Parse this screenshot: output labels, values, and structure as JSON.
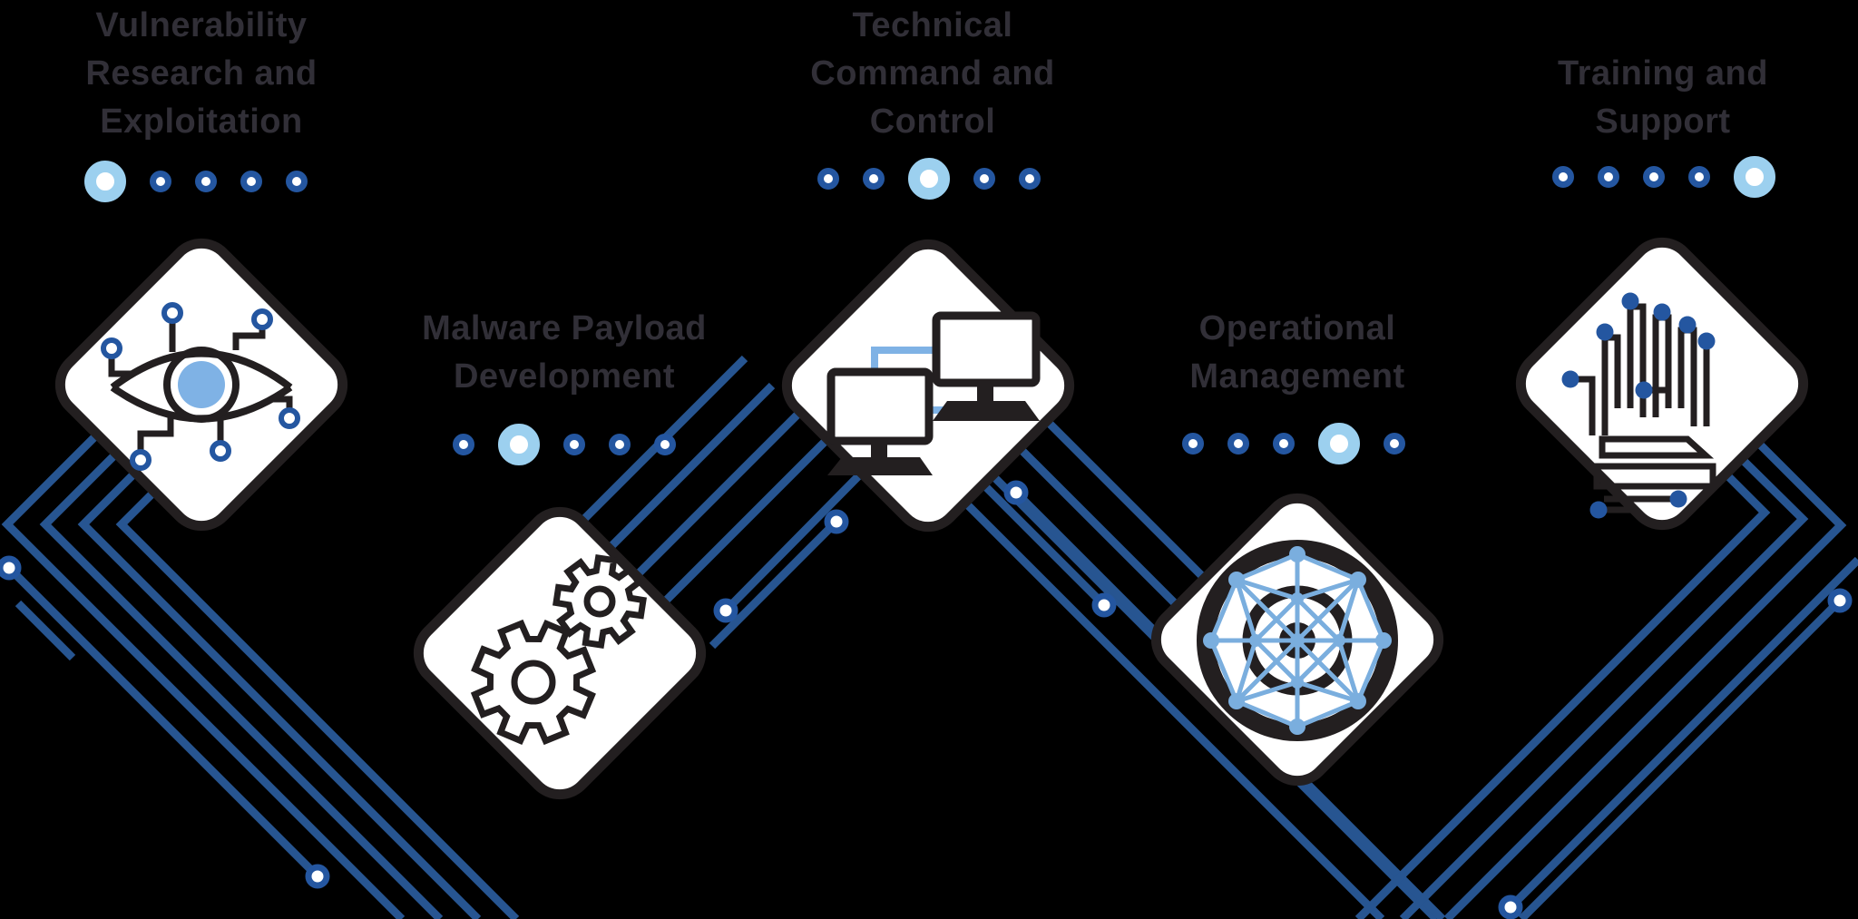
{
  "stages": [
    {
      "id": "vulnerability-research-and-exploitation",
      "label": "Vulnerability Research and Exploitation",
      "label_lines": [
        "Vulnerability",
        "Research and",
        "Exploitation"
      ],
      "icon": "circuit-eye-icon",
      "dots": {
        "total": 5,
        "active": 1
      }
    },
    {
      "id": "malware-payload-development",
      "label": "Malware Payload Development",
      "label_lines": [
        "Malware Payload",
        "Development"
      ],
      "icon": "gears-icon",
      "dots": {
        "total": 5,
        "active": 2
      }
    },
    {
      "id": "technical-command-and-control",
      "label": "Technical Command and Control",
      "label_lines": [
        "Technical",
        "Command and",
        "Control"
      ],
      "icon": "networked-computers-icon",
      "dots": {
        "total": 5,
        "active": 3
      }
    },
    {
      "id": "operational-management",
      "label": "Operational Management",
      "label_lines": [
        "Operational",
        "Management"
      ],
      "icon": "network-mesh-icon",
      "dots": {
        "total": 5,
        "active": 4
      }
    },
    {
      "id": "training-and-support",
      "label": "Training and Support",
      "label_lines": [
        "Training and",
        "Support"
      ],
      "icon": "circuit-hand-icon",
      "dots": {
        "total": 5,
        "active": 5
      }
    }
  ],
  "colors": {
    "background": "#000000",
    "label_text": "#312f37",
    "trace_blue": "#275591",
    "node_ring_blue": "#2456a0",
    "active_dot_blue": "#9cd0ef",
    "icon_light_blue": "#7fb2e5",
    "mesh_blue": "#7aaede",
    "gear_light": "#8fbce6",
    "gear_dark": "#2e5d9d",
    "outline_black": "#231f20",
    "diamond_fill": "#ffffff"
  }
}
